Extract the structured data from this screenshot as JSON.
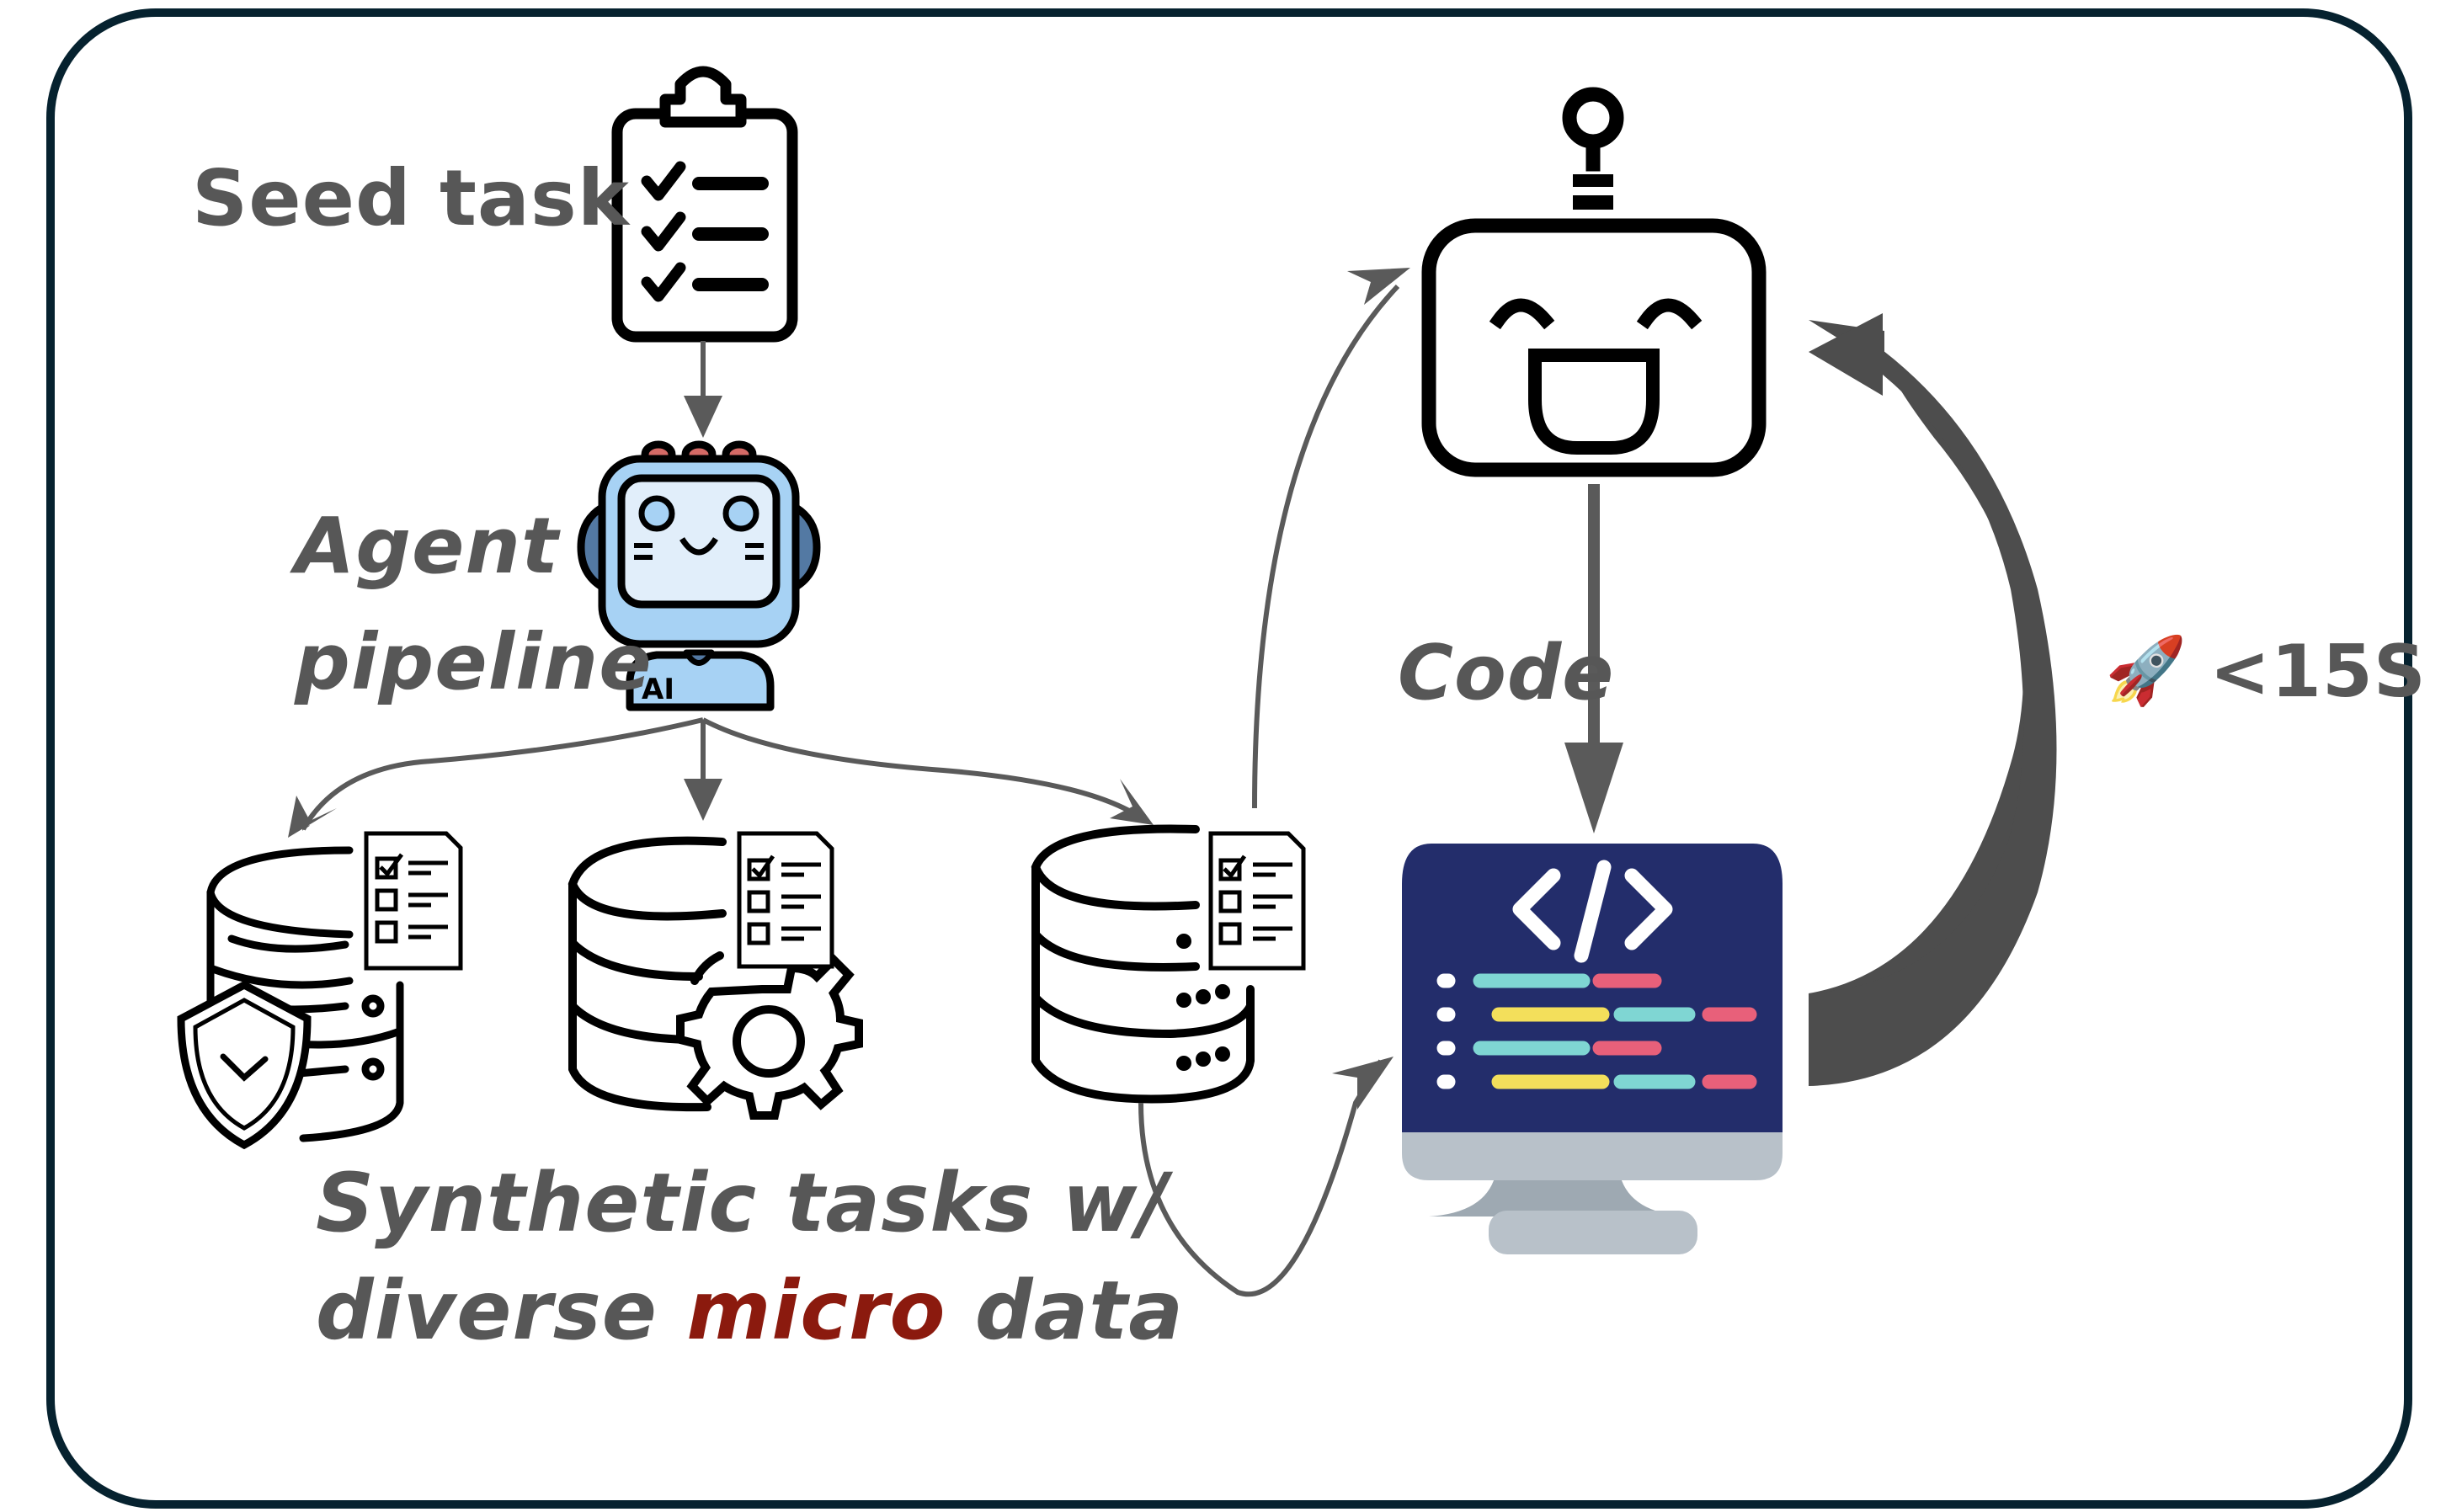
{
  "diagram": {
    "labels": {
      "seed_task": "Seed task",
      "agent_line1": "Agent",
      "agent_line2": "pipeline",
      "synthetic_line1": "Synthetic tasks w/",
      "synthetic_line2_pre": "diverse ",
      "synthetic_line2_accent": "micro",
      "synthetic_line2_post": " data",
      "code": "Code",
      "speed": "<15S",
      "rocket_glyph": "🚀",
      "robot_badge": "AI"
    },
    "icons": [
      "clipboard-checklist-icon",
      "ai-agent-robot-icon",
      "database-shield-icon",
      "database-gear-icon",
      "database-server-icon",
      "task-checklist-doc-icon",
      "happy-robot-icon",
      "code-monitor-icon",
      "rocket-icon"
    ],
    "colors": {
      "frame_border": "#06222f",
      "label_text": "#575757",
      "accent_text": "#8b1a0e",
      "arrow": "#5a5a5a",
      "big_arrow": "#4d4d4d",
      "monitor_screen": "#232d6b",
      "monitor_stand": "#b8c1c9",
      "code_teal": "#7fd6d3",
      "code_red": "#e8607a",
      "code_yellow": "#f3df5b",
      "agent_face": "#a7d2f4",
      "agent_screen": "#e1eefa",
      "agent_ear": "#5379a3",
      "agent_lights": "#d46a66"
    },
    "flow": [
      {
        "from": "seed-task",
        "to": "agent-pipeline"
      },
      {
        "from": "agent-pipeline",
        "to": "database-1"
      },
      {
        "from": "agent-pipeline",
        "to": "database-2"
      },
      {
        "from": "agent-pipeline",
        "to": "database-3"
      },
      {
        "from": "database-3",
        "to": "llm-robot"
      },
      {
        "from": "database-3",
        "to": "code-environment"
      },
      {
        "from": "llm-robot",
        "to": "code-environment",
        "label": "Code"
      },
      {
        "from": "code-environment",
        "to": "llm-robot",
        "label": "<15S"
      }
    ]
  }
}
